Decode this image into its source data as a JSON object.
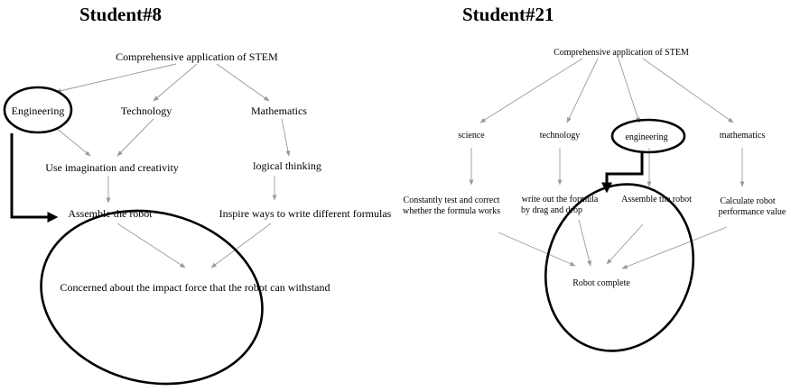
{
  "panels": [
    {
      "title": "Student#8",
      "nodes": {
        "root": "Comprehensive application of STEM",
        "engineering": "Engineering",
        "technology": "Technology",
        "mathematics": "Mathematics",
        "imagination": "Use imagination and creativity",
        "logical": "logical thinking",
        "assemble": "Assemble the robot",
        "formulas": "Inspire ways to write different formulas",
        "impact": "Concerned about the impact force that the robot can withstand"
      }
    },
    {
      "title": "Student#21",
      "nodes": {
        "root": "Comprehensive application of STEM",
        "science": "science",
        "technology": "technology",
        "engineering": "engineering",
        "mathematics": "mathematics",
        "test_1": "Constantly test and correct",
        "test_2": "whether the formula works",
        "write_1": "write out the formula",
        "write_2": "by drag and drop",
        "assemble": "Assemble the robot",
        "calc_1": "Calculate robot",
        "calc_2": "performance value",
        "complete": "Robot complete"
      }
    }
  ],
  "colors": {
    "edge": "#9a9a9a",
    "highlight": "#000000",
    "text": "#000000"
  }
}
